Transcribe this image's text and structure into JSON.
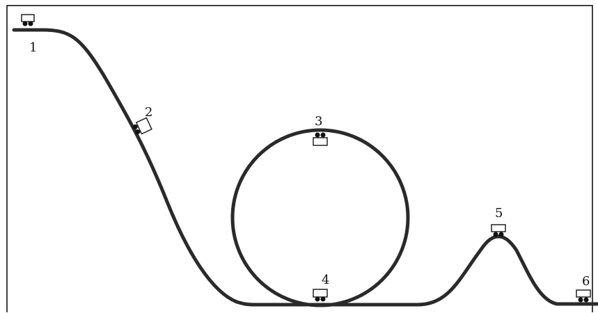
{
  "colors": {
    "track": "#2a2a2a",
    "cart_body": "#ffffff",
    "cart_outline": "#222222",
    "wheel": "#111111",
    "frame": "#000000"
  },
  "figure": {
    "positions": [
      {
        "label": "1"
      },
      {
        "label": "2"
      },
      {
        "label": "3"
      },
      {
        "label": "4"
      },
      {
        "label": "5"
      },
      {
        "label": "6"
      }
    ]
  }
}
